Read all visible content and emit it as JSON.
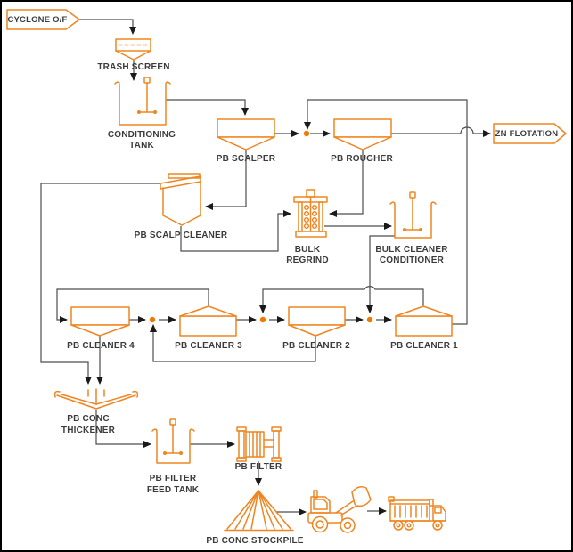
{
  "colors": {
    "equipment": "#EE8522",
    "flow_line": "#4D4D4D",
    "arrowhead": "#1A1A1A",
    "junction_dot": "#F07A00",
    "label": "#3C3C3C",
    "background": "#FFFFFF",
    "border": "#000000"
  },
  "nodes": {
    "cyclone_of": {
      "label": "CYCLONE O/F"
    },
    "trash_screen": {
      "label": "TRASH SCREEN"
    },
    "conditioning_tank": {
      "line1": "CONDITIONING",
      "line2": "TANK"
    },
    "pb_scalper": {
      "label": "PB SCALPER"
    },
    "pb_rougher": {
      "label": "PB ROUGHER"
    },
    "zn_flotation": {
      "label": "ZN FLOTATION"
    },
    "pb_scalp_cleaner": {
      "label": "PB SCALP CLEANER"
    },
    "bulk_regrind": {
      "line1": "BULK",
      "line2": "REGRIND"
    },
    "bulk_cleaner_conditioner": {
      "line1": "BULK CLEANER",
      "line2": "CONDITIONER"
    },
    "pb_cleaner_4": {
      "label": "PB CLEANER 4"
    },
    "pb_cleaner_3": {
      "label": "PB CLEANER 3"
    },
    "pb_cleaner_2": {
      "label": "PB CLEANER 2"
    },
    "pb_cleaner_1": {
      "label": "PB CLEANER 1"
    },
    "pb_conc_thickener": {
      "line1": "PB CONC",
      "line2": "THICKENER"
    },
    "pb_filter_feed_tank": {
      "line1": "PB FILTER",
      "line2": "FEED TANK"
    },
    "pb_filter": {
      "label": "PB FILTER"
    },
    "pb_conc_stockpile": {
      "label": "PB CONC STOCKPILE"
    }
  },
  "edges": [
    {
      "from": "cyclone_of",
      "to": "trash_screen"
    },
    {
      "from": "trash_screen",
      "to": "conditioning_tank"
    },
    {
      "from": "conditioning_tank",
      "to": "pb_scalper"
    },
    {
      "from": "pb_scalper",
      "to": "pb_rougher",
      "stream": "tails"
    },
    {
      "from": "pb_scalper",
      "to": "pb_scalp_cleaner",
      "stream": "concentrate"
    },
    {
      "from": "pb_cleaner_1",
      "to": "pb_rougher",
      "stream": "tails"
    },
    {
      "from": "pb_rougher",
      "to": "zn_flotation",
      "stream": "tails"
    },
    {
      "from": "pb_rougher",
      "to": "bulk_regrind",
      "stream": "concentrate"
    },
    {
      "from": "pb_scalp_cleaner",
      "to": "bulk_regrind",
      "stream": "underflow"
    },
    {
      "from": "pb_scalp_cleaner",
      "to": "pb_conc_thickener",
      "stream": "overflow"
    },
    {
      "from": "bulk_regrind",
      "to": "bulk_cleaner_conditioner"
    },
    {
      "from": "bulk_cleaner_conditioner",
      "to": "pb_cleaner_1"
    },
    {
      "from": "pb_cleaner_2",
      "to": "pb_cleaner_1",
      "stream": "tails"
    },
    {
      "from": "pb_cleaner_1",
      "to": "pb_cleaner_2",
      "stream": "concentrate"
    },
    {
      "from": "pb_cleaner_3",
      "to": "pb_cleaner_2",
      "stream": "tails"
    },
    {
      "from": "pb_cleaner_2",
      "to": "pb_cleaner_3",
      "stream": "concentrate"
    },
    {
      "from": "pb_cleaner_4",
      "to": "pb_cleaner_3",
      "stream": "tails"
    },
    {
      "from": "pb_cleaner_3",
      "to": "pb_cleaner_4",
      "stream": "concentrate"
    },
    {
      "from": "pb_cleaner_4",
      "to": "pb_conc_thickener",
      "stream": "concentrate"
    },
    {
      "from": "pb_conc_thickener",
      "to": "pb_filter_feed_tank",
      "stream": "underflow"
    },
    {
      "from": "pb_filter_feed_tank",
      "to": "pb_filter"
    },
    {
      "from": "pb_filter",
      "to": "pb_conc_stockpile"
    },
    {
      "from": "pb_conc_stockpile",
      "to": "loader"
    },
    {
      "from": "loader",
      "to": "truck"
    }
  ]
}
